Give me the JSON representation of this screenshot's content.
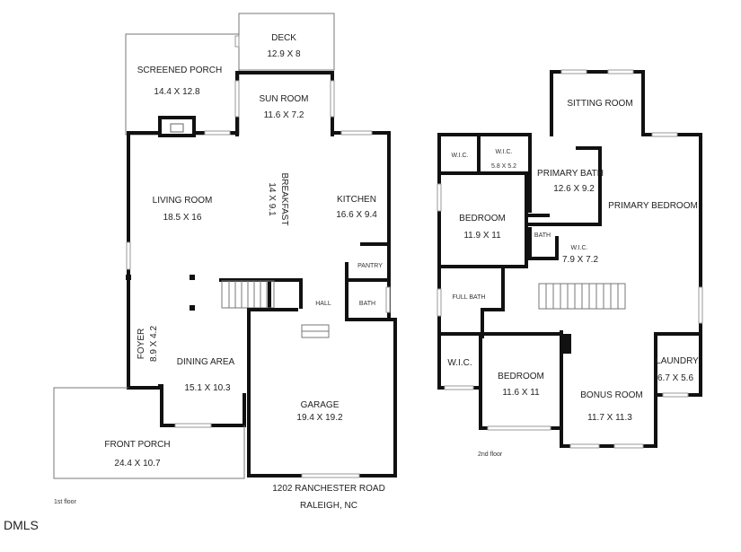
{
  "floor1": {
    "caption": "1st floor",
    "rooms": [
      {
        "id": "deck",
        "name": "DECK",
        "dims": "12.9 X 8"
      },
      {
        "id": "screened-porch",
        "name": "SCREENED PORCH",
        "dims": "14.4 X 12.8"
      },
      {
        "id": "sun-room",
        "name": "SUN ROOM",
        "dims": "11.6 X 7.2"
      },
      {
        "id": "living-room",
        "name": "LIVING ROOM",
        "dims": "18.5 X 16"
      },
      {
        "id": "breakfast",
        "name": "BREAKFAST",
        "dims": "14 X 9.1"
      },
      {
        "id": "kitchen",
        "name": "KITCHEN",
        "dims": "16.6 X 9.4"
      },
      {
        "id": "pantry",
        "name": "PANTRY",
        "dims": ""
      },
      {
        "id": "hall",
        "name": "HALL",
        "dims": ""
      },
      {
        "id": "bath",
        "name": "BATH",
        "dims": ""
      },
      {
        "id": "foyer",
        "name": "FOYER",
        "dims": "8.9 X 4.2"
      },
      {
        "id": "dining-area",
        "name": "DINING AREA",
        "dims": "15.1 X 10.3"
      },
      {
        "id": "garage",
        "name": "GARAGE",
        "dims": "19.4 X 19.2"
      },
      {
        "id": "front-porch",
        "name": "FRONT PORCH",
        "dims": "24.4 X 10.7"
      }
    ]
  },
  "floor2": {
    "caption": "2nd floor",
    "rooms": [
      {
        "id": "sitting-room",
        "name": "SITTING ROOM",
        "dims": ""
      },
      {
        "id": "wic-1",
        "name": "W.I.C.",
        "dims": ""
      },
      {
        "id": "wic-2",
        "name": "W.I.C.",
        "dims": "5.8 X 5.2"
      },
      {
        "id": "primary-bath",
        "name": "PRIMARY BATH",
        "dims": "12.6 X 9.2"
      },
      {
        "id": "primary-bedroom",
        "name": "PRIMARY BEDROOM",
        "dims": ""
      },
      {
        "id": "bedroom-1",
        "name": "BEDROOM",
        "dims": "11.9 X 11"
      },
      {
        "id": "bath-2",
        "name": "BATH",
        "dims": ""
      },
      {
        "id": "wic-3",
        "name": "W.I.C.",
        "dims": "7.9 X 7.2"
      },
      {
        "id": "full-bath",
        "name": "FULL BATH",
        "dims": ""
      },
      {
        "id": "wic-4",
        "name": "W.I.C.",
        "dims": ""
      },
      {
        "id": "bedroom-2",
        "name": "BEDROOM",
        "dims": "11.6 X 11"
      },
      {
        "id": "bonus-room",
        "name": "BONUS ROOM",
        "dims": "11.7 X 11.3"
      },
      {
        "id": "laundry",
        "name": "LAUNDRY",
        "dims": "6.7 X 5.6"
      }
    ]
  },
  "address": {
    "line1": "1202 RANCHESTER ROAD",
    "line2": "RALEIGH, NC"
  },
  "logo": "DMLS"
}
